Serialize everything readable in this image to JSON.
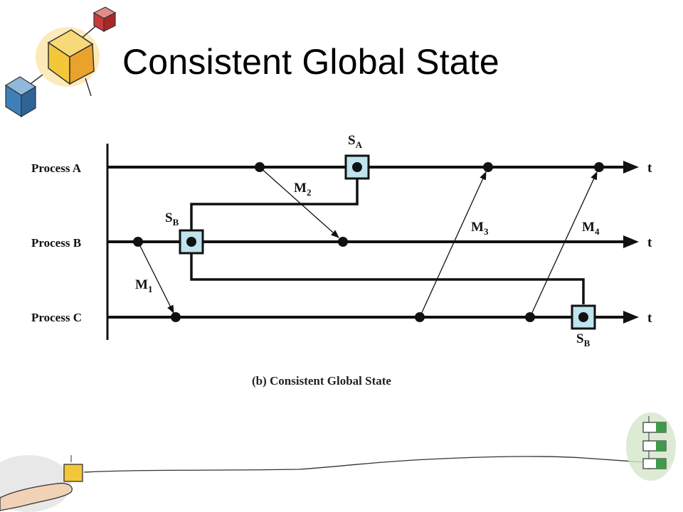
{
  "title": "Consistent Global State",
  "caption": "(b) Consistent Global State",
  "processes": [
    {
      "label": "Process A",
      "time_label": "t"
    },
    {
      "label": "Process B",
      "time_label": "t"
    },
    {
      "label": "Process C",
      "time_label": "t"
    }
  ],
  "messages": [
    {
      "label": "M",
      "sub": "1",
      "from": "Process B",
      "to": "Process C"
    },
    {
      "label": "M",
      "sub": "2",
      "from": "Process A",
      "to": "Process B"
    },
    {
      "label": "M",
      "sub": "3",
      "from": "Process C",
      "to": "Process A"
    },
    {
      "label": "M",
      "sub": "4",
      "from": "Process C",
      "to": "Process A"
    }
  ],
  "snapshots": [
    {
      "label": "S",
      "sub": "A",
      "process": "Process A"
    },
    {
      "label": "S",
      "sub": "B",
      "process": "Process B"
    },
    {
      "label": "S",
      "sub": "B",
      "process": "Process C"
    }
  ],
  "colors": {
    "line": "#111111",
    "snapshot_fill": "#bfe3ef",
    "decor_yellow": "#f3c73a",
    "decor_blue": "#3f7fb8",
    "decor_red": "#c83a3a",
    "decor_green": "#3f9b4a"
  },
  "decor": [
    "cube-cluster-decoration",
    "hand-holding-box-decoration",
    "green-stack-decoration",
    "hand-drawn-line-decoration"
  ]
}
